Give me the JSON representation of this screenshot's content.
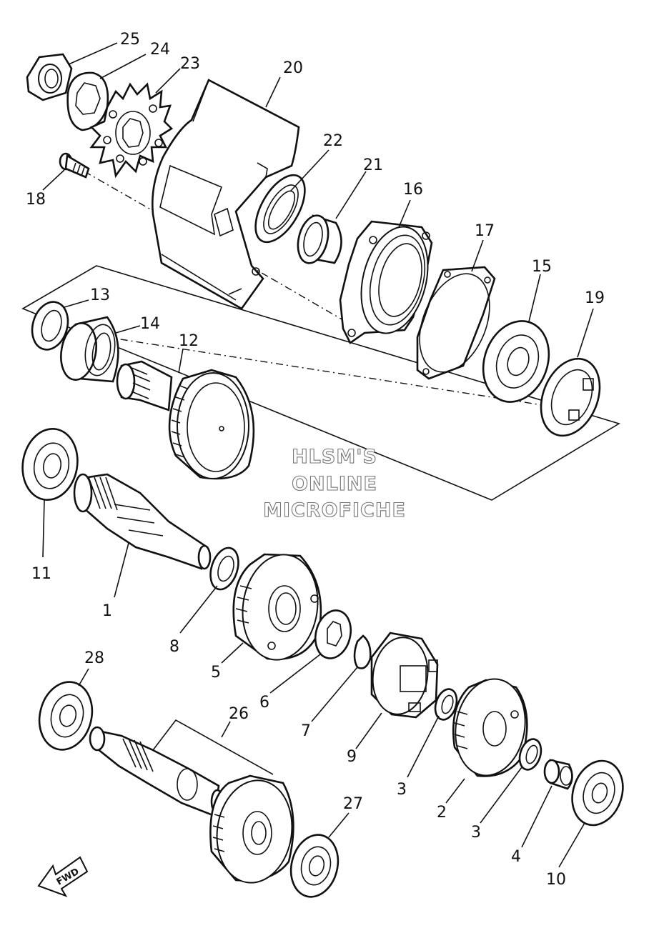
{
  "watermark": {
    "line1": "HLSM'S",
    "line2": "ONLINE",
    "line3": "MICROFICHE"
  },
  "fwd_label": "FWD",
  "callouts": {
    "c1": "1",
    "c2": "2",
    "c3a": "3",
    "c3b": "3",
    "c4": "4",
    "c5": "5",
    "c6": "6",
    "c7": "7",
    "c8": "8",
    "c9": "9",
    "c10": "10",
    "c11": "11",
    "c12": "12",
    "c13": "13",
    "c14": "14",
    "c15": "15",
    "c16": "16",
    "c17": "17",
    "c18": "18",
    "c19": "19",
    "c20": "20",
    "c21": "21",
    "c22": "22",
    "c23": "23",
    "c24": "24",
    "c25": "25",
    "c26": "26",
    "c27": "27",
    "c28": "28"
  }
}
